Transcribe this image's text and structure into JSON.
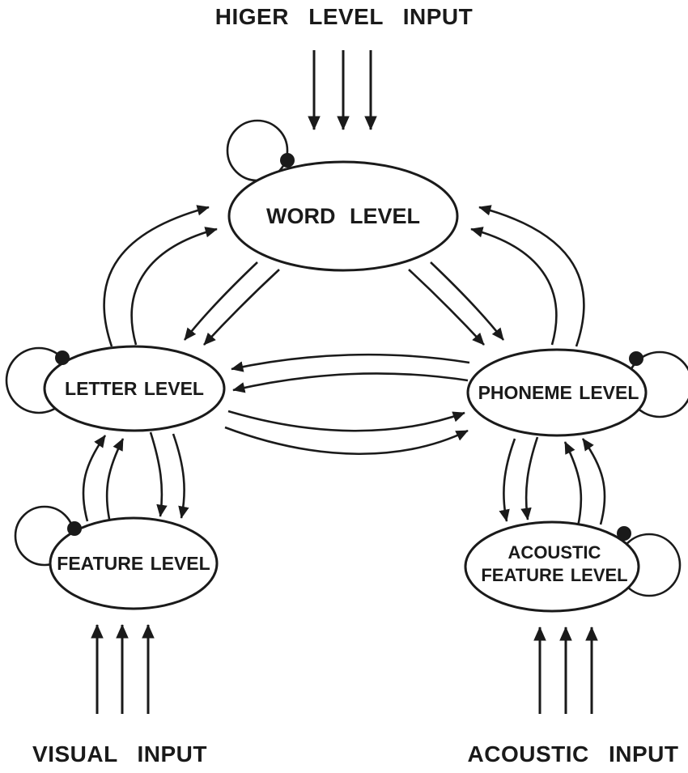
{
  "diagram": {
    "inputs": {
      "top": "HIGER LEVEL INPUT",
      "bottom_left": "VISUAL INPUT",
      "bottom_right": "ACOUSTIC INPUT"
    },
    "nodes": {
      "word": "WORD LEVEL",
      "letter": "LETTER LEVEL",
      "phoneme": "PHONEME LEVEL",
      "feature": "FEATURE LEVEL",
      "acoustic_feature_line1": "ACOUSTIC",
      "acoustic_feature_line2": "FEATURE LEVEL"
    },
    "colors": {
      "stroke": "#1a1a1a",
      "background": "#ffffff"
    }
  }
}
